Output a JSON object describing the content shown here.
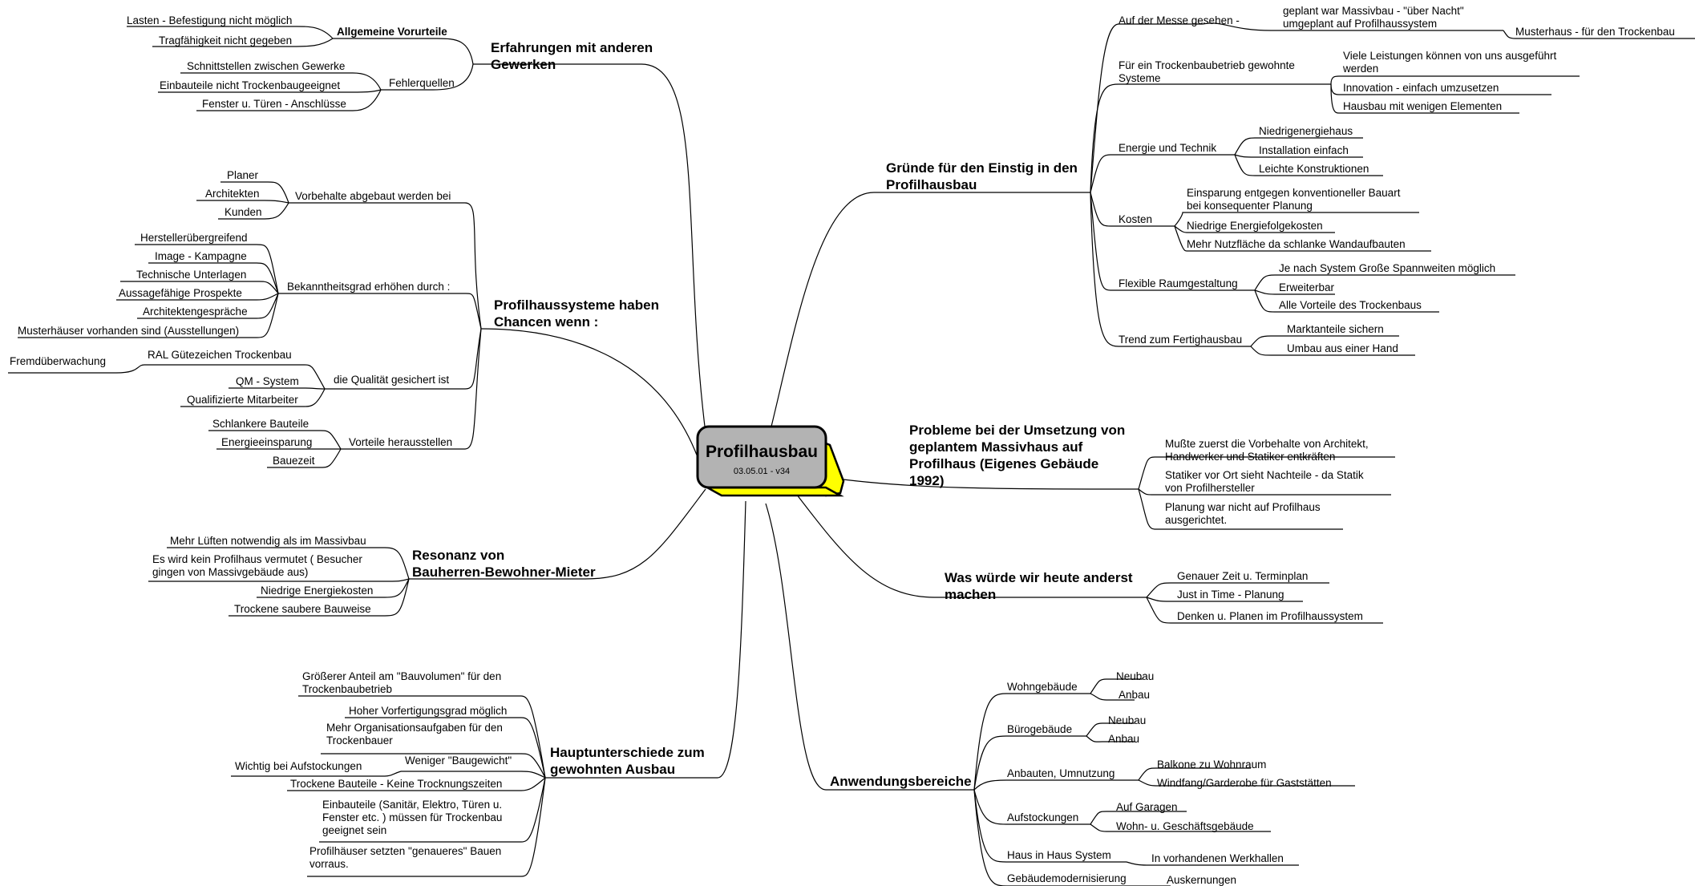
{
  "central": {
    "title": "Profilhausbau",
    "subtitle": "03.05.01 - v34",
    "fill": "#b3b3b3",
    "shadow": "#ffff00"
  },
  "branches": {
    "erfahrungen": {
      "label": [
        "Erfahrungen mit anderen",
        "Gewerken"
      ],
      "vorurteile": {
        "label": "Allgemeine Vorurteile",
        "items": [
          "Lasten - Befestigung nicht möglich",
          "Tragfähigkeit  nicht gegeben"
        ]
      },
      "fehler": {
        "label": "Fehlerquellen",
        "items": [
          "Schnittstellen zwischen Gewerke",
          "Einbauteile nicht Trockenbaugeeignet",
          "Fenster u. Türen - Anschlüsse"
        ]
      }
    },
    "chancen": {
      "label": [
        "Profilhaussysteme haben",
        "Chancen wenn :"
      ],
      "vorbehalte": {
        "label": "Vorbehalte abgebaut werden bei",
        "items": [
          "Planer",
          "Architekten",
          "Kunden"
        ]
      },
      "bekannt": {
        "label": "Bekanntheitsgrad erhöhen durch :",
        "items": [
          "Herstellerübergreifend",
          "Image - Kampagne",
          "Technische Unterlagen",
          "Aussagefähige Prospekte",
          "Architektengespräche",
          "Musterhäuser vorhanden sind (Ausstellungen)"
        ]
      },
      "qualitaet": {
        "label": "die Qualität gesichert ist",
        "ral": "RAL Gütezeichen Trockenbau",
        "ral_sub": "Fremdüberwachung",
        "items": [
          "QM - System",
          "Qualifizierte Mitarbeiter"
        ]
      },
      "vorteile": {
        "label": "Vorteile herausstellen",
        "items": [
          "Schlankere Bauteile",
          "Energieeinsparung",
          "Bauezeit"
        ]
      }
    },
    "resonanz": {
      "label": [
        "Resonanz von",
        "Bauherren-Bewohner-Mieter"
      ],
      "items": [
        [
          "Mehr Lüften notwendig als im Massivbau"
        ],
        [
          "Es wird kein Profilhaus vermutet ( Besucher",
          "gingen von Massivgebäude aus)"
        ],
        [
          "Niedrige Energiekosten"
        ],
        [
          "Trockene saubere Bauweise"
        ]
      ]
    },
    "haupt": {
      "label": [
        "Hauptunterschiede zum",
        "gewohnten Ausbau"
      ],
      "items": [
        [
          "Größerer Anteil am \"Bauvolumen\" für den",
          "Trockenbaubetrieb"
        ],
        [
          "Hoher Vorfertigungsgrad möglich"
        ],
        [
          "Mehr Organisationsaufgaben für den",
          "Trockenbauer"
        ],
        [
          "Weniger \"Baugewicht\""
        ],
        [
          "Trockene Bauteile - Keine Trocknungszeiten"
        ],
        [
          "Einbauteile (Sanitär, Elektro, Türen u.",
          "Fenster etc. ) müssen für Trockenbau",
          "geeignet sein"
        ],
        [
          "Profilhäuser setzten \"genaueres\" Bauen",
          "vorraus."
        ]
      ],
      "sub": "Wichtig bei Aufstockungen"
    },
    "gruende": {
      "label": [
        "Gründe für den Einstig in den",
        "Profilhausbau"
      ],
      "messe": {
        "label": "Auf der Messe gesehen -",
        "child": [
          "geplant war  Massivbau - \"über Nacht\"",
          "umgeplant auf Profilhaussystem"
        ],
        "grandchild": "Musterhaus -  für den Trockenbau"
      },
      "gewohnt": {
        "label": [
          "Für ein Trockenbaubetrieb gewohnte",
          "Systeme"
        ],
        "items": [
          [
            "Viele Leistungen können von uns ausgeführt",
            "werden"
          ],
          [
            "Innovation - einfach umzusetzen"
          ],
          [
            "Hausbau mit wenigen Elementen"
          ]
        ]
      },
      "energie": {
        "label": "Energie und Technik",
        "items": [
          "Niedrigenergiehaus",
          "Installation einfach",
          "Leichte Konstruktionen"
        ]
      },
      "kosten": {
        "label": "Kosten",
        "items": [
          [
            "Einsparung entgegen konventioneller Bauart",
            "bei konsequenter Planung"
          ],
          [
            "Niedrige Energiefolgekosten"
          ],
          [
            "Mehr Nutzfläche da schlanke Wandaufbauten"
          ]
        ]
      },
      "raum": {
        "label": "Flexible Raumgestaltung",
        "items": [
          "Je nach System Große Spannweiten möglich",
          "Erweiterbar",
          "Alle Vorteile des Trockenbaus"
        ]
      },
      "trend": {
        "label": "Trend zum Fertighausbau",
        "items": [
          "Marktanteile sichern",
          "Umbau aus einer Hand"
        ]
      }
    },
    "probleme": {
      "label": [
        "Probleme bei der Umsetzung von",
        "geplantem Massivhaus  auf",
        "Profilhaus (Eigenes Gebäude",
        "1992)"
      ],
      "items": [
        [
          "Mußte zuerst die Vorbehalte von Architekt,",
          "Handwerker  und Statiker entkräften"
        ],
        [
          " Statiker vor Ort sieht Nachteile - da Statik",
          "von Profilhersteller"
        ],
        [
          "Planung war nicht auf Profilhaus",
          "ausgerichtet."
        ]
      ]
    },
    "heute": {
      "label": [
        "Was würde wir  heute anderst",
        "machen"
      ],
      "items": [
        "Genauer Zeit u. Terminplan",
        "Just in Time - Planung",
        "Denken u. Planen im Profilhaussystem"
      ]
    },
    "anwendung": {
      "label": "Anwendungsbereiche",
      "wohn": {
        "label": "Wohngebäude",
        "items": [
          "Neubau",
          "Anbau"
        ]
      },
      "buero": {
        "label": "Bürogebäude",
        "items": [
          "Neubau",
          "Anbau"
        ]
      },
      "anbauten": {
        "label": "Anbauten,  Umnutzung",
        "items": [
          "Balkone zu Wohnraum",
          "Windfang/Garderobe für Gaststätten"
        ]
      },
      "aufst": {
        "label": "Aufstockungen",
        "items": [
          "Auf Garagen",
          "Wohn- u. Geschäftsgebäude"
        ]
      },
      "hih": {
        "label": "Haus in Haus System",
        "items": [
          "In vorhandenen Werkhallen"
        ]
      },
      "modern": {
        "label": "Gebäudemodernisierung",
        "items": [
          "Auskernungen"
        ]
      }
    }
  }
}
